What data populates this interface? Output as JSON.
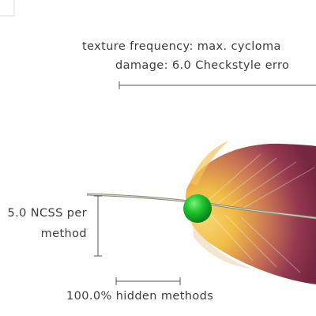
{
  "legend": {
    "texture_line1": "texture frequency: max. cycloma",
    "texture_line2": "damage: 6.0 Checkstyle erro",
    "ncss_line1": "5.0 NCSS per",
    "ncss_line2": "method",
    "hidden": "100.0% hidden methods"
  },
  "colors": {
    "feather_dark": "#7a1f3d",
    "feather_mid": "#b5475a",
    "feather_light": "#f0b83c",
    "ball": "#1bb82c"
  }
}
